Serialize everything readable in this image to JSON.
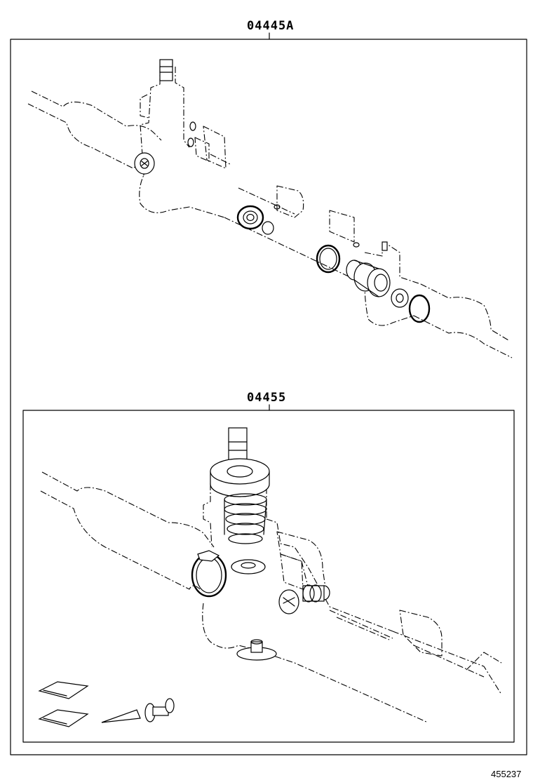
{
  "kits": [
    {
      "part_number": "04445A"
    },
    {
      "part_number": "04455"
    }
  ],
  "illustration_ref": "455237"
}
